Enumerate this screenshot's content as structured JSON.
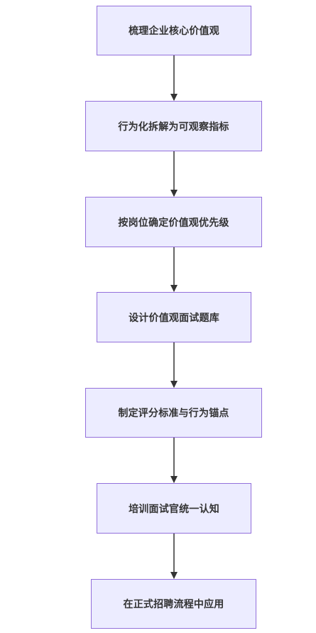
{
  "flowchart": {
    "nodes": [
      "梳理企业核心价值观",
      "行为化拆解为可观察指标",
      "按岗位确定价值观优先级",
      "设计价值观面试题库",
      "制定评分标准与行为锚点",
      "培训面试官统一认知",
      "在正式招聘流程中应用"
    ]
  },
  "colors": {
    "node_fill": "#ECECFF",
    "node_border": "#9370DB",
    "text": "#333333",
    "edge": "#333333"
  }
}
